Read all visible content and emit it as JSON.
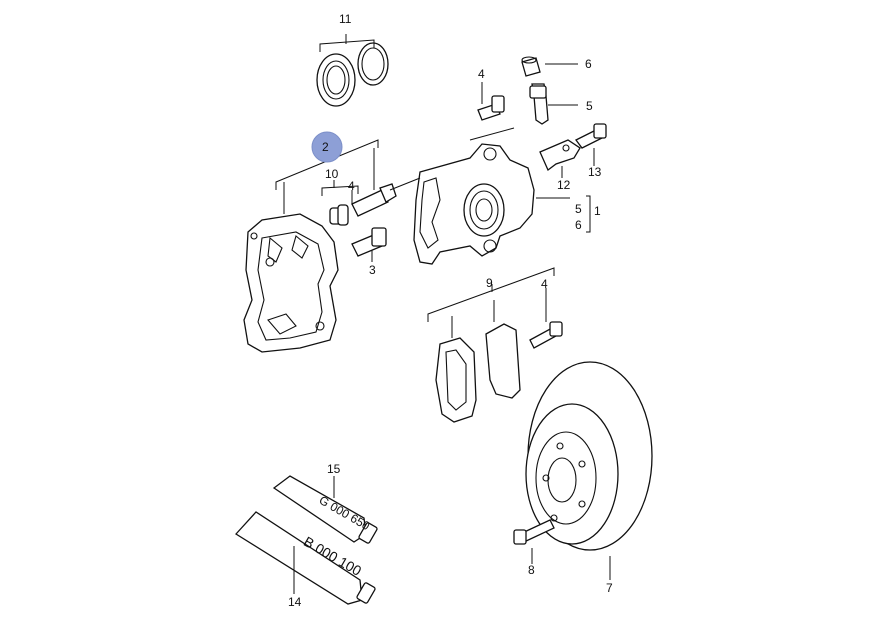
{
  "callouts": {
    "c1": "1",
    "c2": "2",
    "c3": "3",
    "c4a": "4",
    "c4b": "4",
    "c4c": "4",
    "c5a": "5",
    "c5b": "5",
    "c6a": "6",
    "c6b": "6",
    "c7": "7",
    "c8": "8",
    "c9": "9",
    "c10": "10",
    "c11": "11",
    "c12": "12",
    "c13": "13",
    "c14": "14",
    "c15": "15"
  },
  "tubes": {
    "upper": "G 000 650",
    "lower": "B 000 100"
  },
  "colors": {
    "highlight": "#8d9fd6",
    "line": "#111111"
  }
}
